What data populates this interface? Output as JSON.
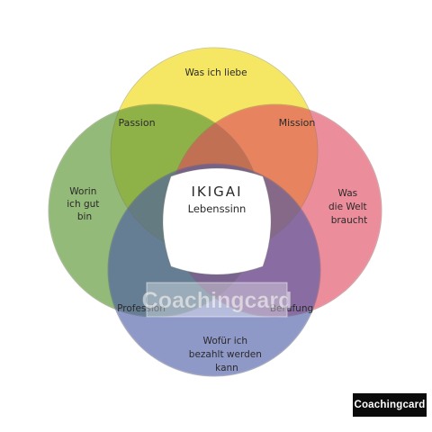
{
  "title": "IKIGAI",
  "subtitle": "Lebenssinn",
  "circles": {
    "top": {
      "label": "Was ich liebe",
      "color": "#f3e241"
    },
    "left": {
      "label_lines": [
        "Worin",
        "ich gut",
        "bin"
      ],
      "color": "#5f9a3a"
    },
    "right": {
      "label_lines": [
        "Was",
        "die Welt",
        "braucht"
      ],
      "color": "#e0475e"
    },
    "bottom": {
      "label_lines": [
        "Wofür ich",
        "bezahlt werden",
        "kann"
      ],
      "color": "#4b5aa6"
    }
  },
  "intersections": {
    "top_left": "Passion",
    "top_right": "Mission",
    "bottom_left": "Profession",
    "bottom_right": "Berufung"
  },
  "watermark": "Coachingcard",
  "brand_badge": "Coachingcard"
}
